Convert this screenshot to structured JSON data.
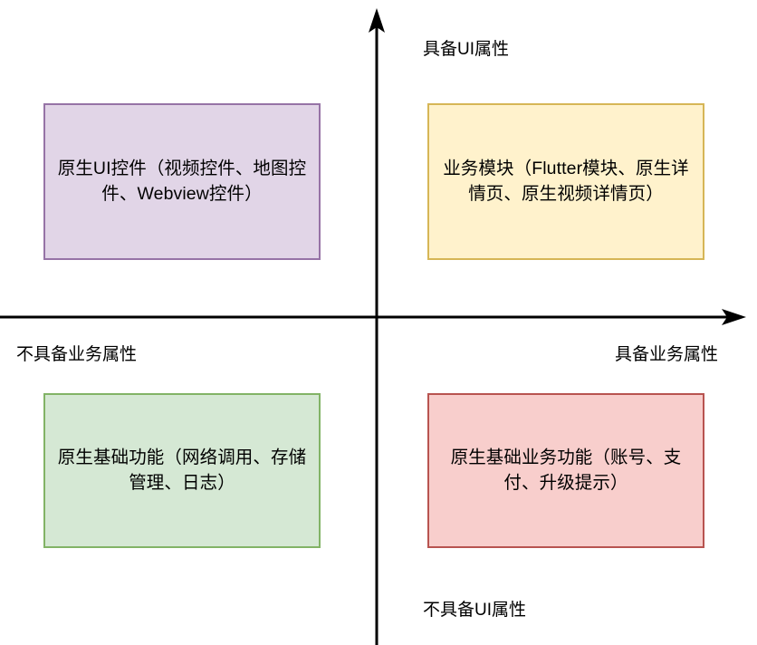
{
  "diagram": {
    "type": "2x2-quadrant-matrix",
    "axes": {
      "vertical": {
        "name": "UI属性",
        "positive_label": "具备UI属性",
        "negative_label": "不具备UI属性",
        "arrow": "up-arrow-icon"
      },
      "horizontal": {
        "name": "业务属性",
        "positive_label": "具备业务属性",
        "negative_label": "不具备业务属性",
        "arrow": "right-arrow-icon"
      }
    },
    "quadrants": [
      {
        "position": "top-left",
        "text": "原生UI控件（视频控件、地图控件、Webview控件）",
        "fill": "#E1D5E7",
        "stroke": "#9673A6"
      },
      {
        "position": "top-right",
        "text": "业务模块（Flutter模块、原生详情页、原生视频详情页）",
        "fill": "#FFF2CC",
        "stroke": "#D6B656"
      },
      {
        "position": "bottom-left",
        "text": "原生基础功能（网络调用、存储管理、日志）",
        "fill": "#D5E8D4",
        "stroke": "#82B366"
      },
      {
        "position": "bottom-right",
        "text": "原生基础业务功能（账号、支付、升级提示）",
        "fill": "#F8CECC",
        "stroke": "#B85450"
      }
    ],
    "colors": {
      "axis": "#000000",
      "background": "#FFFFFF",
      "text": "#000000"
    }
  }
}
